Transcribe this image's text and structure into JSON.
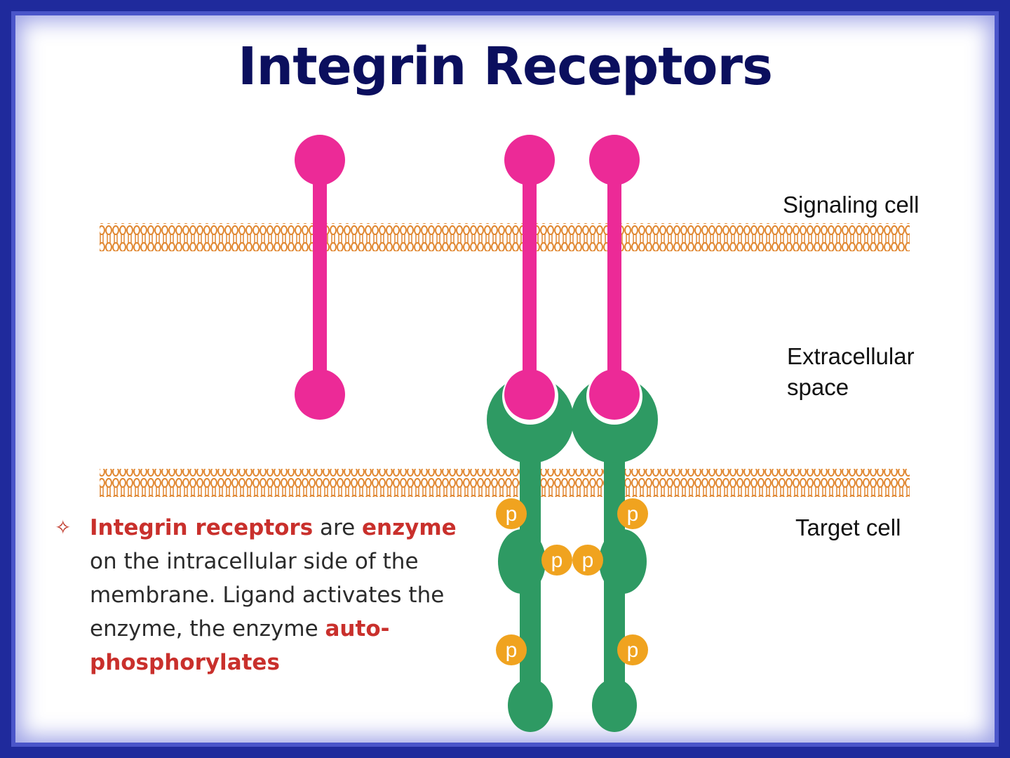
{
  "title": "Integrin Receptors",
  "labels": {
    "signaling_cell": "Signaling cell",
    "extracellular_line1": "Extracellular",
    "extracellular_line2": "space",
    "target_cell": "Target cell"
  },
  "phosphate_label": "p",
  "bullet": {
    "icon": "diamond-star-icon",
    "part1": "Integrin receptors",
    "part2": " are ",
    "part3": "enzyme",
    "part4": " on the intracellular side of the membrane. Ligand activates the enzyme, the enzyme ",
    "part5": "auto-phosphorylates"
  },
  "colors": {
    "frame": "#1f2a9c",
    "title": "#0b0f5e",
    "ligand": "#ec2a97",
    "receptor": "#2e9a63",
    "phosphate": "#f0a31f",
    "membrane": "#e0862f",
    "highlight": "#c9302c"
  }
}
